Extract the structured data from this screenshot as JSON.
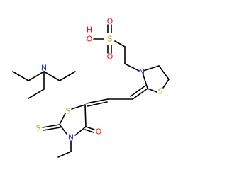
{
  "colors": {
    "bond": "#000000",
    "N": "#1f3fe0",
    "O": "#ff0d0d",
    "S": "#b8a800",
    "H": "#ff0d0d"
  },
  "atoms": {
    "triethylamine_N": "N",
    "thiazolidine_N": "N",
    "thiazolidine_S": "S",
    "rhodanine_ring_S": "S",
    "rhodanine_N": "N",
    "thione_S": "S",
    "carbonyl_O": "O",
    "sulfonic_S": "S",
    "sulfonic_O_top": "O",
    "sulfonic_O_bottom": "O",
    "sulfonic_OH_O": "O",
    "sulfonic_OH_H": "H"
  }
}
